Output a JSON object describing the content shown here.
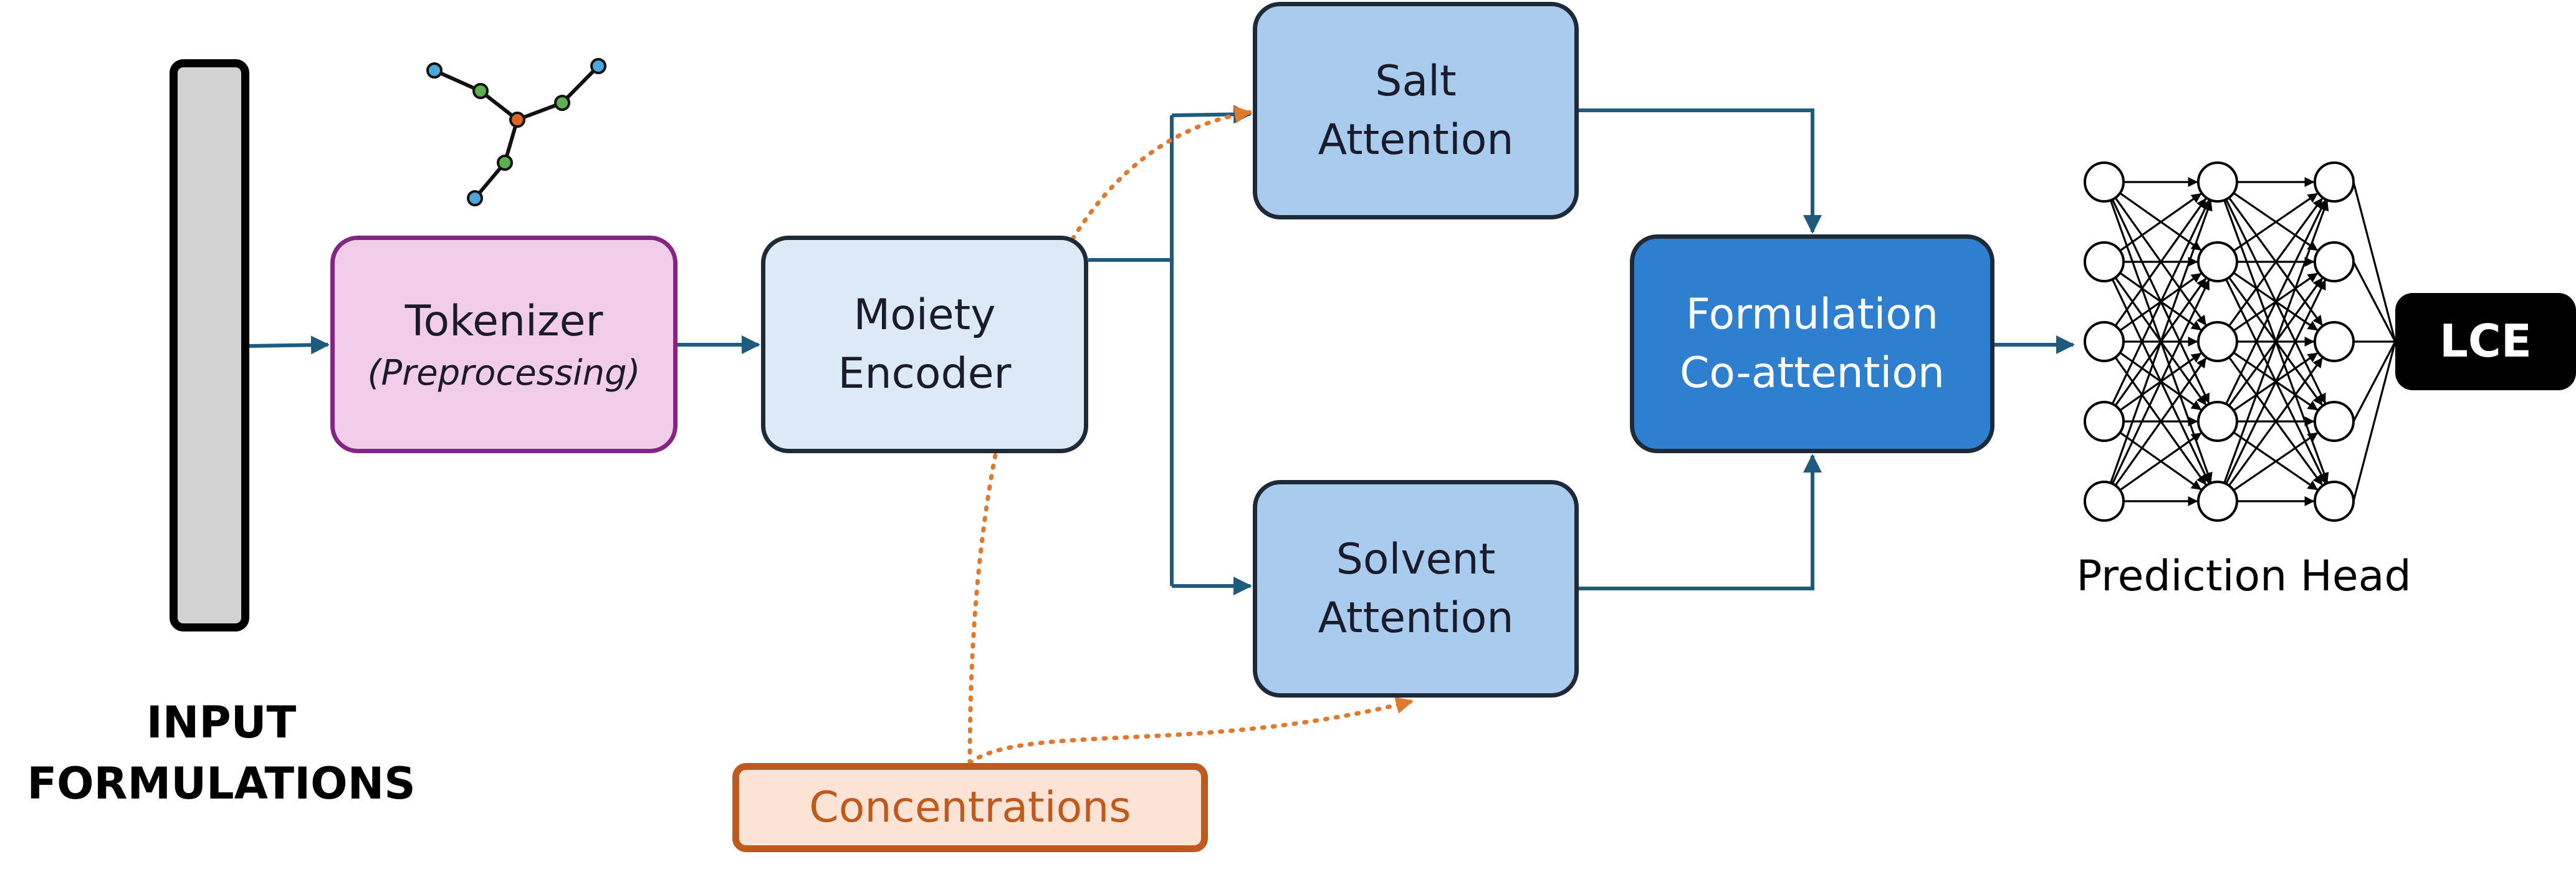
{
  "input": {
    "label_line1": "INPUT",
    "label_line2": "FORMULATIONS"
  },
  "tokenizer": {
    "title": "Tokenizer",
    "subtitle": "(Preprocessing)"
  },
  "moiety_encoder": {
    "line1": "Moiety",
    "line2": "Encoder"
  },
  "salt_attention": {
    "line1": "Salt",
    "line2": "Attention"
  },
  "solvent_attention": {
    "line1": "Solvent",
    "line2": "Attention"
  },
  "formulation_coattention": {
    "line1": "Formulation",
    "line2": "Co-attention"
  },
  "concentrations": {
    "label": "Concentrations"
  },
  "prediction_head": {
    "label": "Prediction Head"
  },
  "output": {
    "label": "LCE"
  },
  "colors": {
    "arrow": "#1f5b7e",
    "tokenizer_fill": "#f2cdea",
    "tokenizer_border": "#832682",
    "encoder_fill": "#dceaf7",
    "attention_fill": "#a9cbed",
    "coattention_fill": "#2f7fd1",
    "concentration_fill": "#fbe3d6",
    "concentration_stroke": "#c05a1c",
    "molecule_terminal": "#4aa6dd",
    "molecule_linker": "#5bb14e",
    "molecule_center": "#e0641f"
  },
  "icons": [
    "molecule-graph-icon",
    "neural-network-icon"
  ]
}
